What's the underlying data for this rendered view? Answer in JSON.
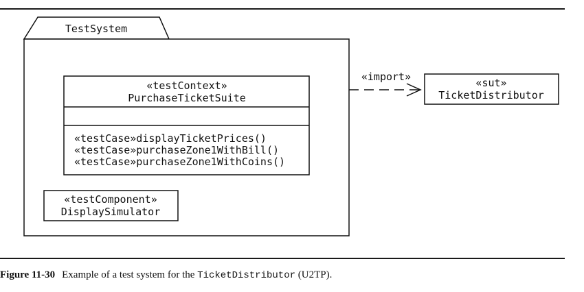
{
  "diagram": {
    "package_name": "TestSystem",
    "test_context": {
      "stereotype": "«testContext»",
      "name": "PurchaseTicketSuite",
      "operations": [
        "«testCase»displayTicketPrices()",
        "«testCase»purchaseZone1WithBill()",
        "«testCase»purchaseZone1WithCoins()"
      ]
    },
    "test_component": {
      "stereotype": "«testComponent»",
      "name": "DisplaySimulator"
    },
    "sut": {
      "stereotype": "«sut»",
      "name": "TicketDistributor"
    },
    "dependency_label": "«import»"
  },
  "caption": {
    "figure_label": "Figure 11-30",
    "text_before": "Example of a test system for the ",
    "code": "TicketDistributor",
    "text_after": " (U2TP)."
  }
}
